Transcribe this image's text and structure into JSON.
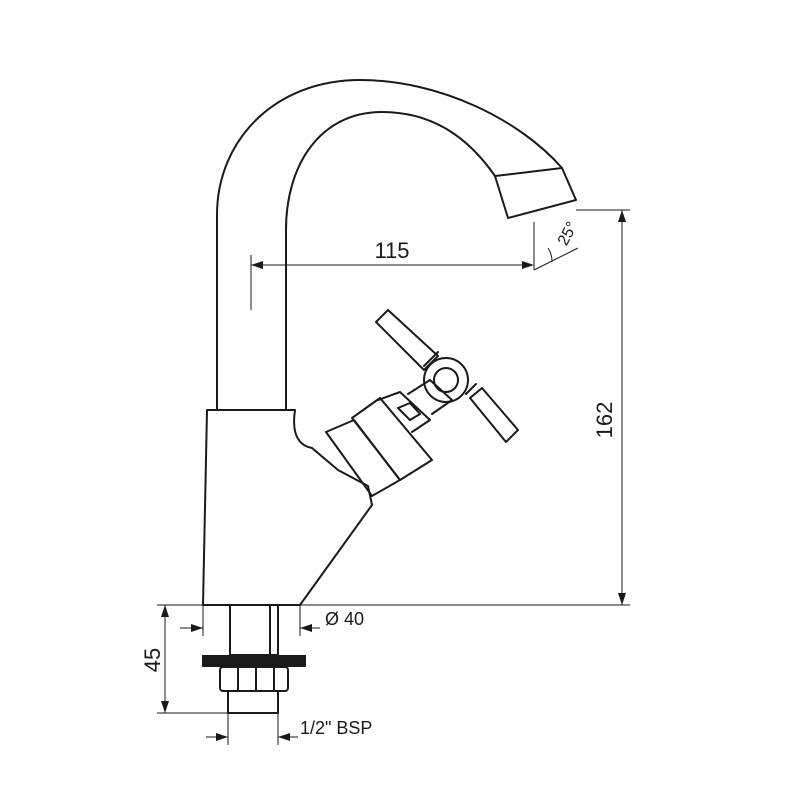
{
  "dimensions": {
    "spout_reach": "115",
    "height": "162",
    "base_diameter": "Ø 40",
    "shank_length": "45",
    "thread": "1/2\" BSP",
    "spout_angle": "25°"
  }
}
